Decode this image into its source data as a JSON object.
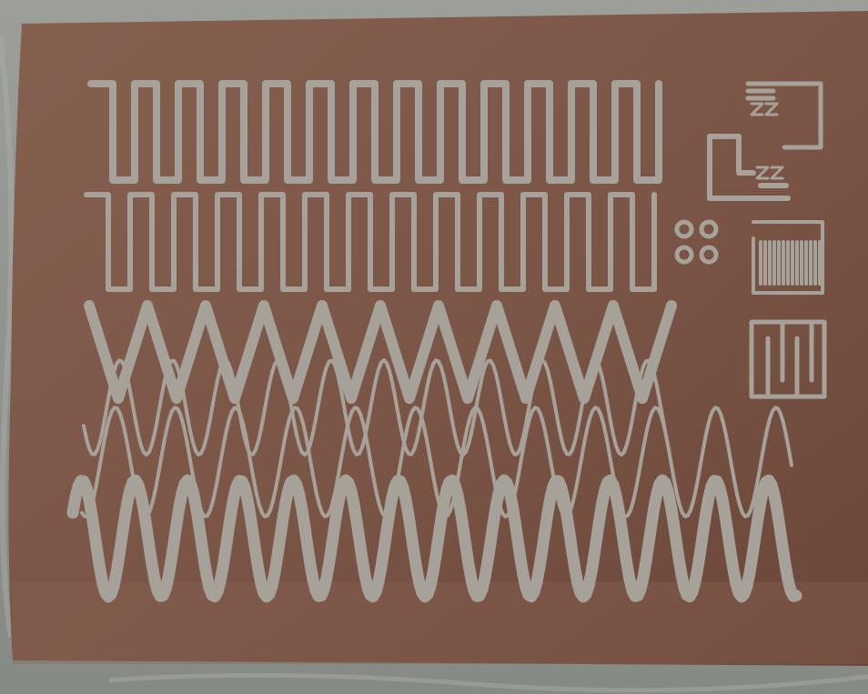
{
  "scene": {
    "subject": "printed-conductive-traces-on-fabric",
    "colors": {
      "backdrop": "#8f938d",
      "backdrop_light": "#aeb0ab",
      "fabric": "#7a5546",
      "fabric_dark": "#6a4638",
      "fabric_light": "#86604f",
      "trace": "#a7a299"
    },
    "patterns": [
      {
        "name": "square-wave-row-1",
        "kind": "square"
      },
      {
        "name": "square-wave-row-2",
        "kind": "square"
      },
      {
        "name": "triangle-wave-thick",
        "kind": "triangle"
      },
      {
        "name": "sine-wave-thin-1",
        "kind": "sine"
      },
      {
        "name": "sine-wave-thin-2",
        "kind": "sine"
      },
      {
        "name": "sine-wave-thick",
        "kind": "sine"
      },
      {
        "name": "corner-test-pattern-1",
        "kind": "corner"
      },
      {
        "name": "corner-test-pattern-2",
        "kind": "corner"
      },
      {
        "name": "ring-dots",
        "kind": "rings"
      },
      {
        "name": "serpentine-heater",
        "kind": "meander"
      },
      {
        "name": "comb-electrode",
        "kind": "comb"
      }
    ]
  }
}
